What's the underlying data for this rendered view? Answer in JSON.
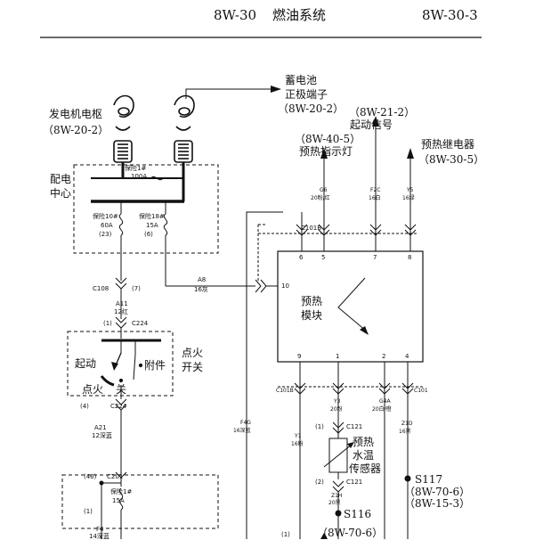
{
  "header": {
    "code_left": "8W-30",
    "title": "燃油系统",
    "code_right": "8W-30-3"
  },
  "labels": {
    "generator": "发电机电枢",
    "generator_ref": "（8W-20-2）",
    "battery_line1": "蓄电池",
    "battery_line2": "正极端子",
    "battery_ref": "（8W-20-2）",
    "start_ref": "（8W-21-2）",
    "start_signal": "起动信号",
    "preheat_lamp_ref": "（8W-40-5）",
    "preheat_lamp": "预热指示灯",
    "preheat_relay": "预热继电器",
    "preheat_relay_ref": "（8W-30-5）",
    "pdc_line1": "配电",
    "pdc_line2": "中心",
    "fuse1_name": "保险1#",
    "fuse1_rating": "100A",
    "fuse10_name": "保险10#",
    "fuse10_rating": "60A",
    "fuse10_cav": "(23)",
    "fuse18_name": "保险18#",
    "fuse18_rating": "15A",
    "fuse18_cav": "(6)",
    "c108": "C108",
    "c108_cav": "(7)",
    "a11": "A11",
    "a11_wire": "12红",
    "c224_top_cav": "(1)",
    "c224_top": "C224",
    "ign_line1": "点火",
    "ign_line2": "开关",
    "ign_start": "起动",
    "ign_acc": "附件",
    "ign_run": "点火",
    "ign_off": "关",
    "c224_bot_cav": "(4)",
    "c224_bot": "C224",
    "a21": "A21",
    "a21_wire": "12深蓝",
    "c201_cav": "(46)",
    "c201": "C201",
    "fuse1b_name": "保险1#",
    "fuse1b_rating": "15A",
    "fuse1b_cav": "(1)",
    "f4": "F4",
    "f4_wire": "14深蓝",
    "a8": "A8",
    "a8_wire": "16灰",
    "module_line1": "预热",
    "module_line2": "模块",
    "c101b_top": "C101B",
    "pin6": "6",
    "pin5": "5",
    "pin7": "7",
    "pin8": "8",
    "pin10": "10",
    "pin9": "9",
    "pin1": "1",
    "pin2": "2",
    "pin4": "4",
    "g6": "G6",
    "g6_wire": "20粉/红",
    "f2c": "F2C",
    "f2c_wire": "16白",
    "y5": "Y5",
    "y5_wire": "16绿",
    "f4g": "F4G",
    "f4g_wire": "16深蓝",
    "c101b_bot": "C101B",
    "y1": "Y1",
    "y1_wire": "16粉",
    "y3": "Y3",
    "y3_wire": "20粉",
    "c121_top_cav": "(1)",
    "c121_top": "C121",
    "sensor_line1": "预热",
    "sensor_line2": "水温",
    "sensor_line3": "传感器",
    "c121_bot_cav": "(2)",
    "c121_bot": "C121",
    "z1h": "Z1H",
    "z1h_wire": "20黑",
    "s116": "S116",
    "s116_ref": "（8W-70-6）",
    "g4a": "G4A",
    "g4a_wire": "20白/橙",
    "c101": "C101",
    "z1d": "Z1D",
    "z1d_wire": "16黑",
    "s117": "S117",
    "s117_ref1": "（8W-70-6）",
    "s117_ref2": "（8W-15-3）",
    "bottom_cav": "(1)"
  }
}
